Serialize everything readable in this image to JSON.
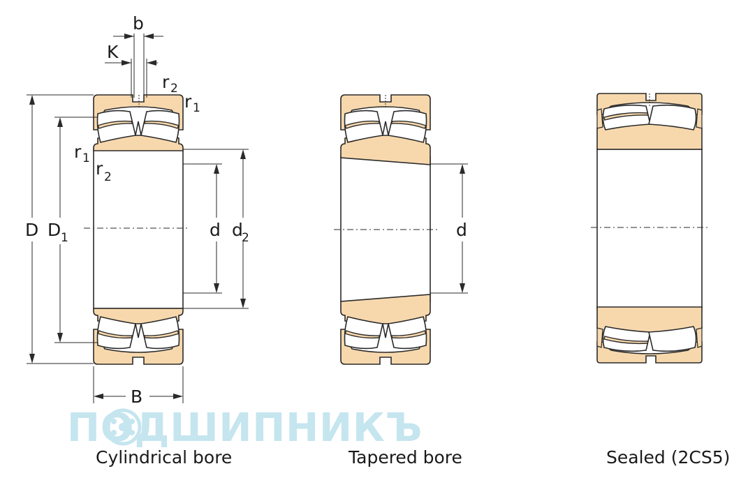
{
  "labels": {
    "b": "b",
    "K": "K",
    "r2": "r",
    "r2_sub": "2",
    "r1": "r",
    "r1_sub": "1",
    "D": "D",
    "D1": "D",
    "D1_sub": "1",
    "d": "d",
    "d2": "d",
    "d2_sub": "2",
    "B": "B"
  },
  "captions": {
    "cylindrical": "Cylindrical bore",
    "tapered": "Tapered bore",
    "sealed": "Sealed (2CS5)"
  },
  "watermark": {
    "text": "ПОДШИПНИКЪ"
  },
  "colors": {
    "ring_fill": "#f7d8ad",
    "outline": "#2a2a2a",
    "watermark": "#bfe3ee"
  }
}
